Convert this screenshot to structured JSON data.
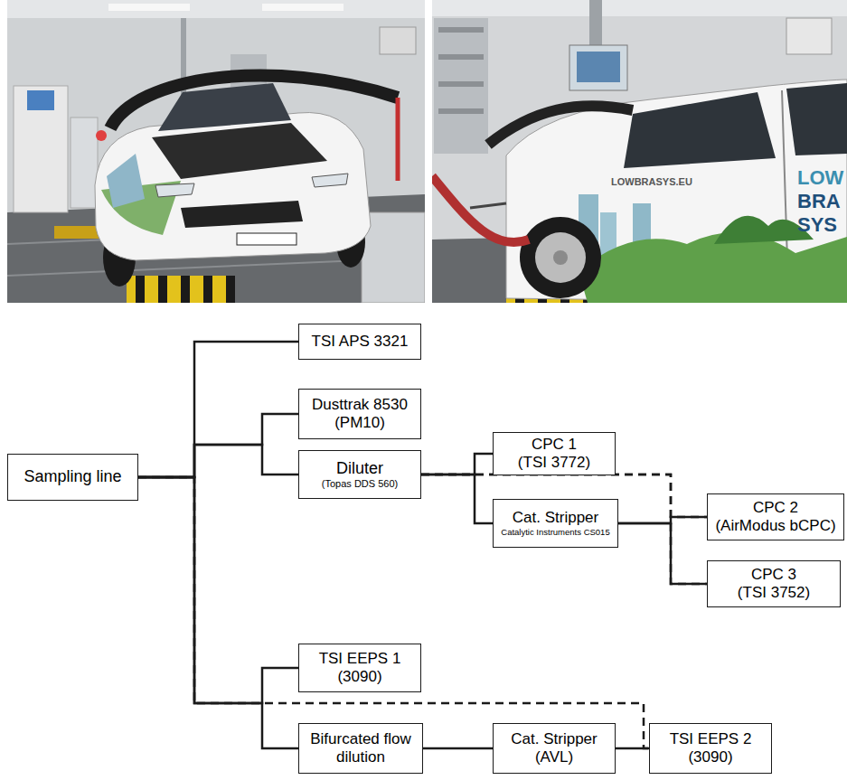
{
  "diagram": {
    "nodes": [
      {
        "text": [
          "Sampling line"
        ]
      },
      {
        "text": [
          "TSI APS 3321"
        ]
      },
      {
        "text": [
          "Dusttrak 8530",
          "(PM10)"
        ]
      },
      {
        "text": [
          "Diluter",
          "(Topas DDS 560)"
        ]
      },
      {
        "text": [
          "CPC 1",
          "(TSI 3772)"
        ]
      },
      {
        "text": [
          "Cat. Stripper",
          "Catalytic Instruments CS015"
        ]
      },
      {
        "text": [
          "CPC 2",
          "(AirModus bCPC)"
        ]
      },
      {
        "text": [
          "CPC 3",
          "(TSI 3752)"
        ]
      },
      {
        "text": [
          "TSI EEPS 1",
          "(3090)"
        ]
      },
      {
        "text": [
          "Bifurcated flow dilution"
        ]
      },
      {
        "text": [
          "Cat. Stripper",
          "(AVL)"
        ]
      },
      {
        "text": [
          "TSI EEPS 2",
          "(3090)"
        ]
      }
    ],
    "edges": [
      {
        "from": 0,
        "to": 1,
        "arrow": "none"
      },
      {
        "from": 0,
        "to": 2,
        "arrow": "none"
      },
      {
        "from": 0,
        "to": 3,
        "arrow": "none"
      },
      {
        "from": 0,
        "to": 8,
        "arrow": "none"
      },
      {
        "from": 0,
        "to": 9,
        "arrow": "none"
      },
      {
        "from": 0,
        "to": 11,
        "arrow": "none"
      },
      {
        "from": 3,
        "to": 4,
        "arrow": "none"
      },
      {
        "from": 3,
        "to": 5,
        "arrow": "none"
      },
      {
        "from": 3,
        "to": 6,
        "arrow": "none"
      },
      {
        "from": 3,
        "to": 7,
        "arrow": "none"
      },
      {
        "from": 5,
        "to": 6,
        "arrow": "none"
      },
      {
        "from": 5,
        "to": 7,
        "arrow": "none"
      },
      {
        "from": 9,
        "to": 10,
        "arrow": "none"
      },
      {
        "from": 10,
        "to": 11,
        "arrow": "none"
      }
    ],
    "labels": [
      "LOWBRASYS.EU",
      "LOW",
      "BRA",
      "SYS"
    ]
  }
}
